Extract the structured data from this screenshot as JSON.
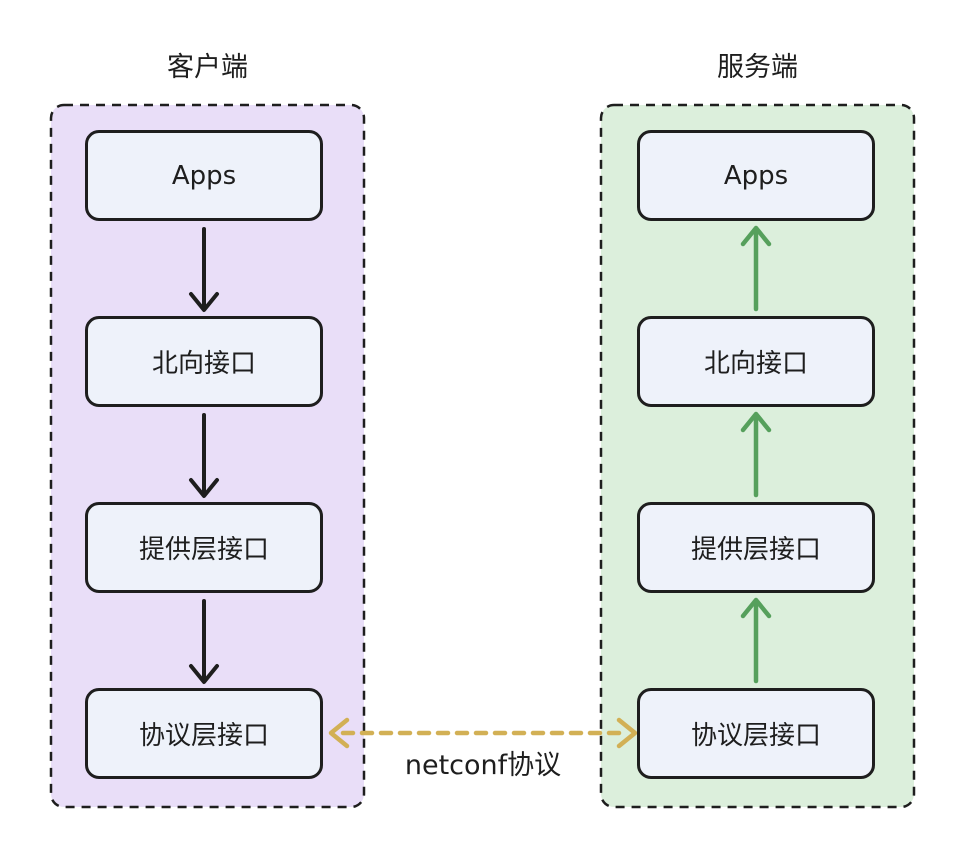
{
  "diagram": {
    "client": {
      "title": "客户端",
      "flow_direction": "down",
      "boxes": [
        "Apps",
        "北向接口",
        "提供层接口",
        "协议层接口"
      ]
    },
    "server": {
      "title": "服务端",
      "flow_direction": "up",
      "boxes": [
        "Apps",
        "北向接口",
        "提供层接口",
        "协议层接口"
      ]
    },
    "link": {
      "label": "netconf协议",
      "style": "dashed-double-headed-arrow"
    }
  },
  "colors": {
    "client-bg": "#e9def8",
    "server-bg": "#dcefdc",
    "box-bg": "#eef2fa",
    "stroke": "#1e1e1e",
    "text": "#1e1e1e",
    "client-arrow": "#1e1e1e",
    "server-arrow": "#56a05c",
    "link-arrow": "#d2b055"
  }
}
